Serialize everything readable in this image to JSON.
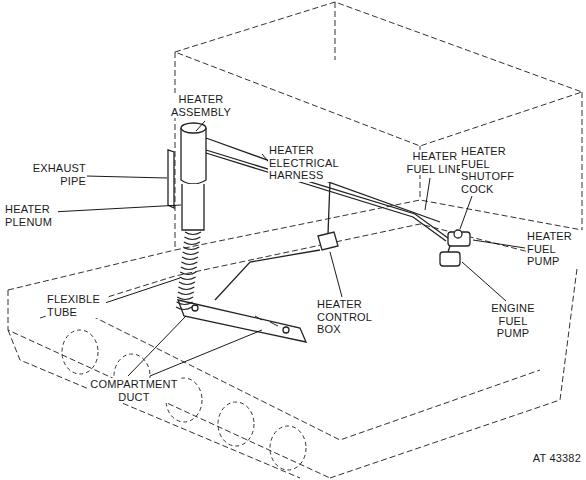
{
  "diagram": {
    "labels": [
      "HEATER ASSEMBLY",
      "EXHAUST PIPE",
      "HEATER ELECTRICAL HARNESS",
      "HEATER FUEL LINE",
      "HEATER FUEL SHUTOFF COCK",
      "HEATER PLENUM",
      "HEATER FUEL PUMP",
      "FLEXIBLE TUBE",
      "HEATER CONTROL BOX",
      "ENGINE FUEL PUMP",
      "COMPARTMENT DUCT",
      "AT 43382"
    ]
  }
}
